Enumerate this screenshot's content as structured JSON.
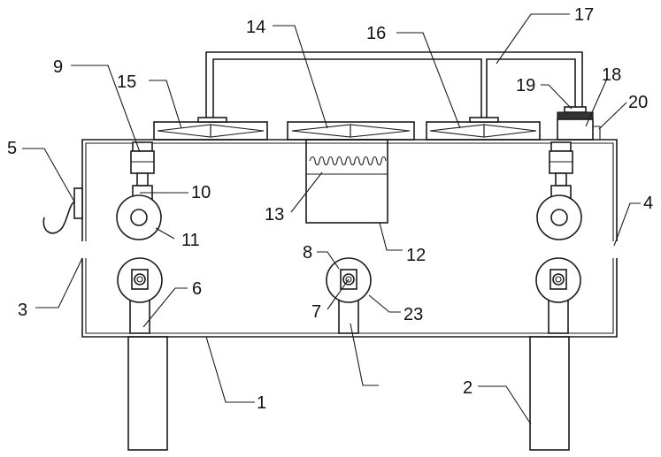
{
  "labels": {
    "l1": "1",
    "l2": "2",
    "l3": "3",
    "l4": "4",
    "l5": "5",
    "l6": "6",
    "l7": "7",
    "l8": "8",
    "l9": "9",
    "l10": "10",
    "l11": "11",
    "l12": "12",
    "l13": "13",
    "l14": "14",
    "l15": "15",
    "l16": "16",
    "l17": "17",
    "l18": "18",
    "l19": "19",
    "l20": "20",
    "l23": "23"
  }
}
